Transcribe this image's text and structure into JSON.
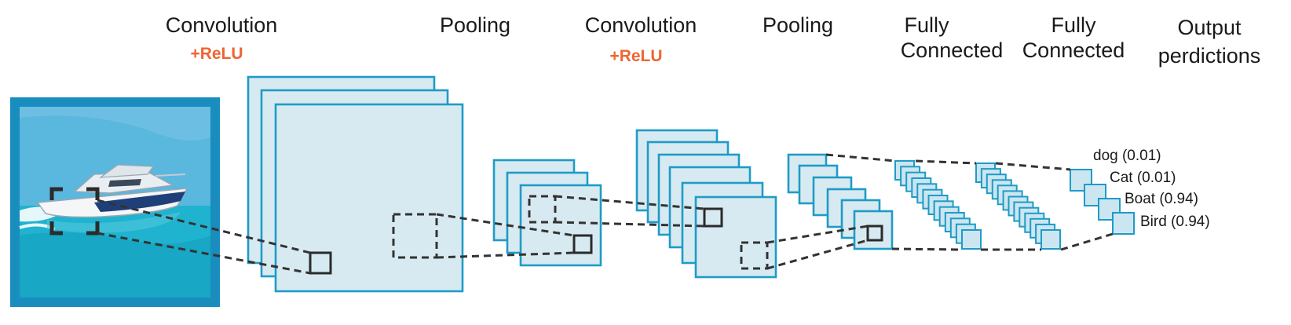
{
  "stages": {
    "conv1_title": "Convolution",
    "conv1_activation": "+ReLU",
    "pool1_title": "Pooling",
    "conv2_title": "Convolution",
    "conv2_activation": "+ReLU",
    "pool2_title": "Pooling",
    "fc1_title_line1": "Fully",
    "fc1_title_line2": "Connected",
    "fc2_title_line1": "Fully",
    "fc2_title_line2": "Connected",
    "output_title_line1": "Output",
    "output_title_line2": "perdictions"
  },
  "predictions": [
    {
      "label": "dog (0.01)"
    },
    {
      "label": "Cat (0.01)"
    },
    {
      "label": "Boat (0.94)"
    },
    {
      "label": "Bird (0.94)"
    }
  ],
  "colors": {
    "layer_fill": "#d7eaf1",
    "layer_stroke": "#1f9bc7",
    "activation_text": "#ee6533",
    "input_frame": "#1a8dbf",
    "sky": "#5ab7de",
    "water": "#1fb3cf"
  },
  "icons": {
    "input_image": "speedboat-photo"
  }
}
